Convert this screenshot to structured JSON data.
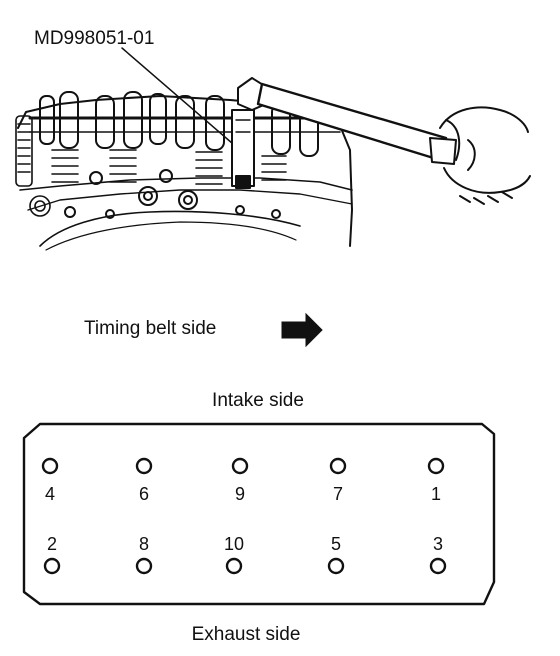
{
  "illustration": {
    "tool_label": "MD998051-01",
    "direction_label": "Timing belt side"
  },
  "layout_diagram": {
    "top_label": "Intake side",
    "bottom_label": "Exhaust side",
    "top_row_numbers": [
      "4",
      "6",
      "9",
      "7",
      "1"
    ],
    "bottom_row_numbers": [
      "2",
      "8",
      "10",
      "5",
      "3"
    ]
  }
}
